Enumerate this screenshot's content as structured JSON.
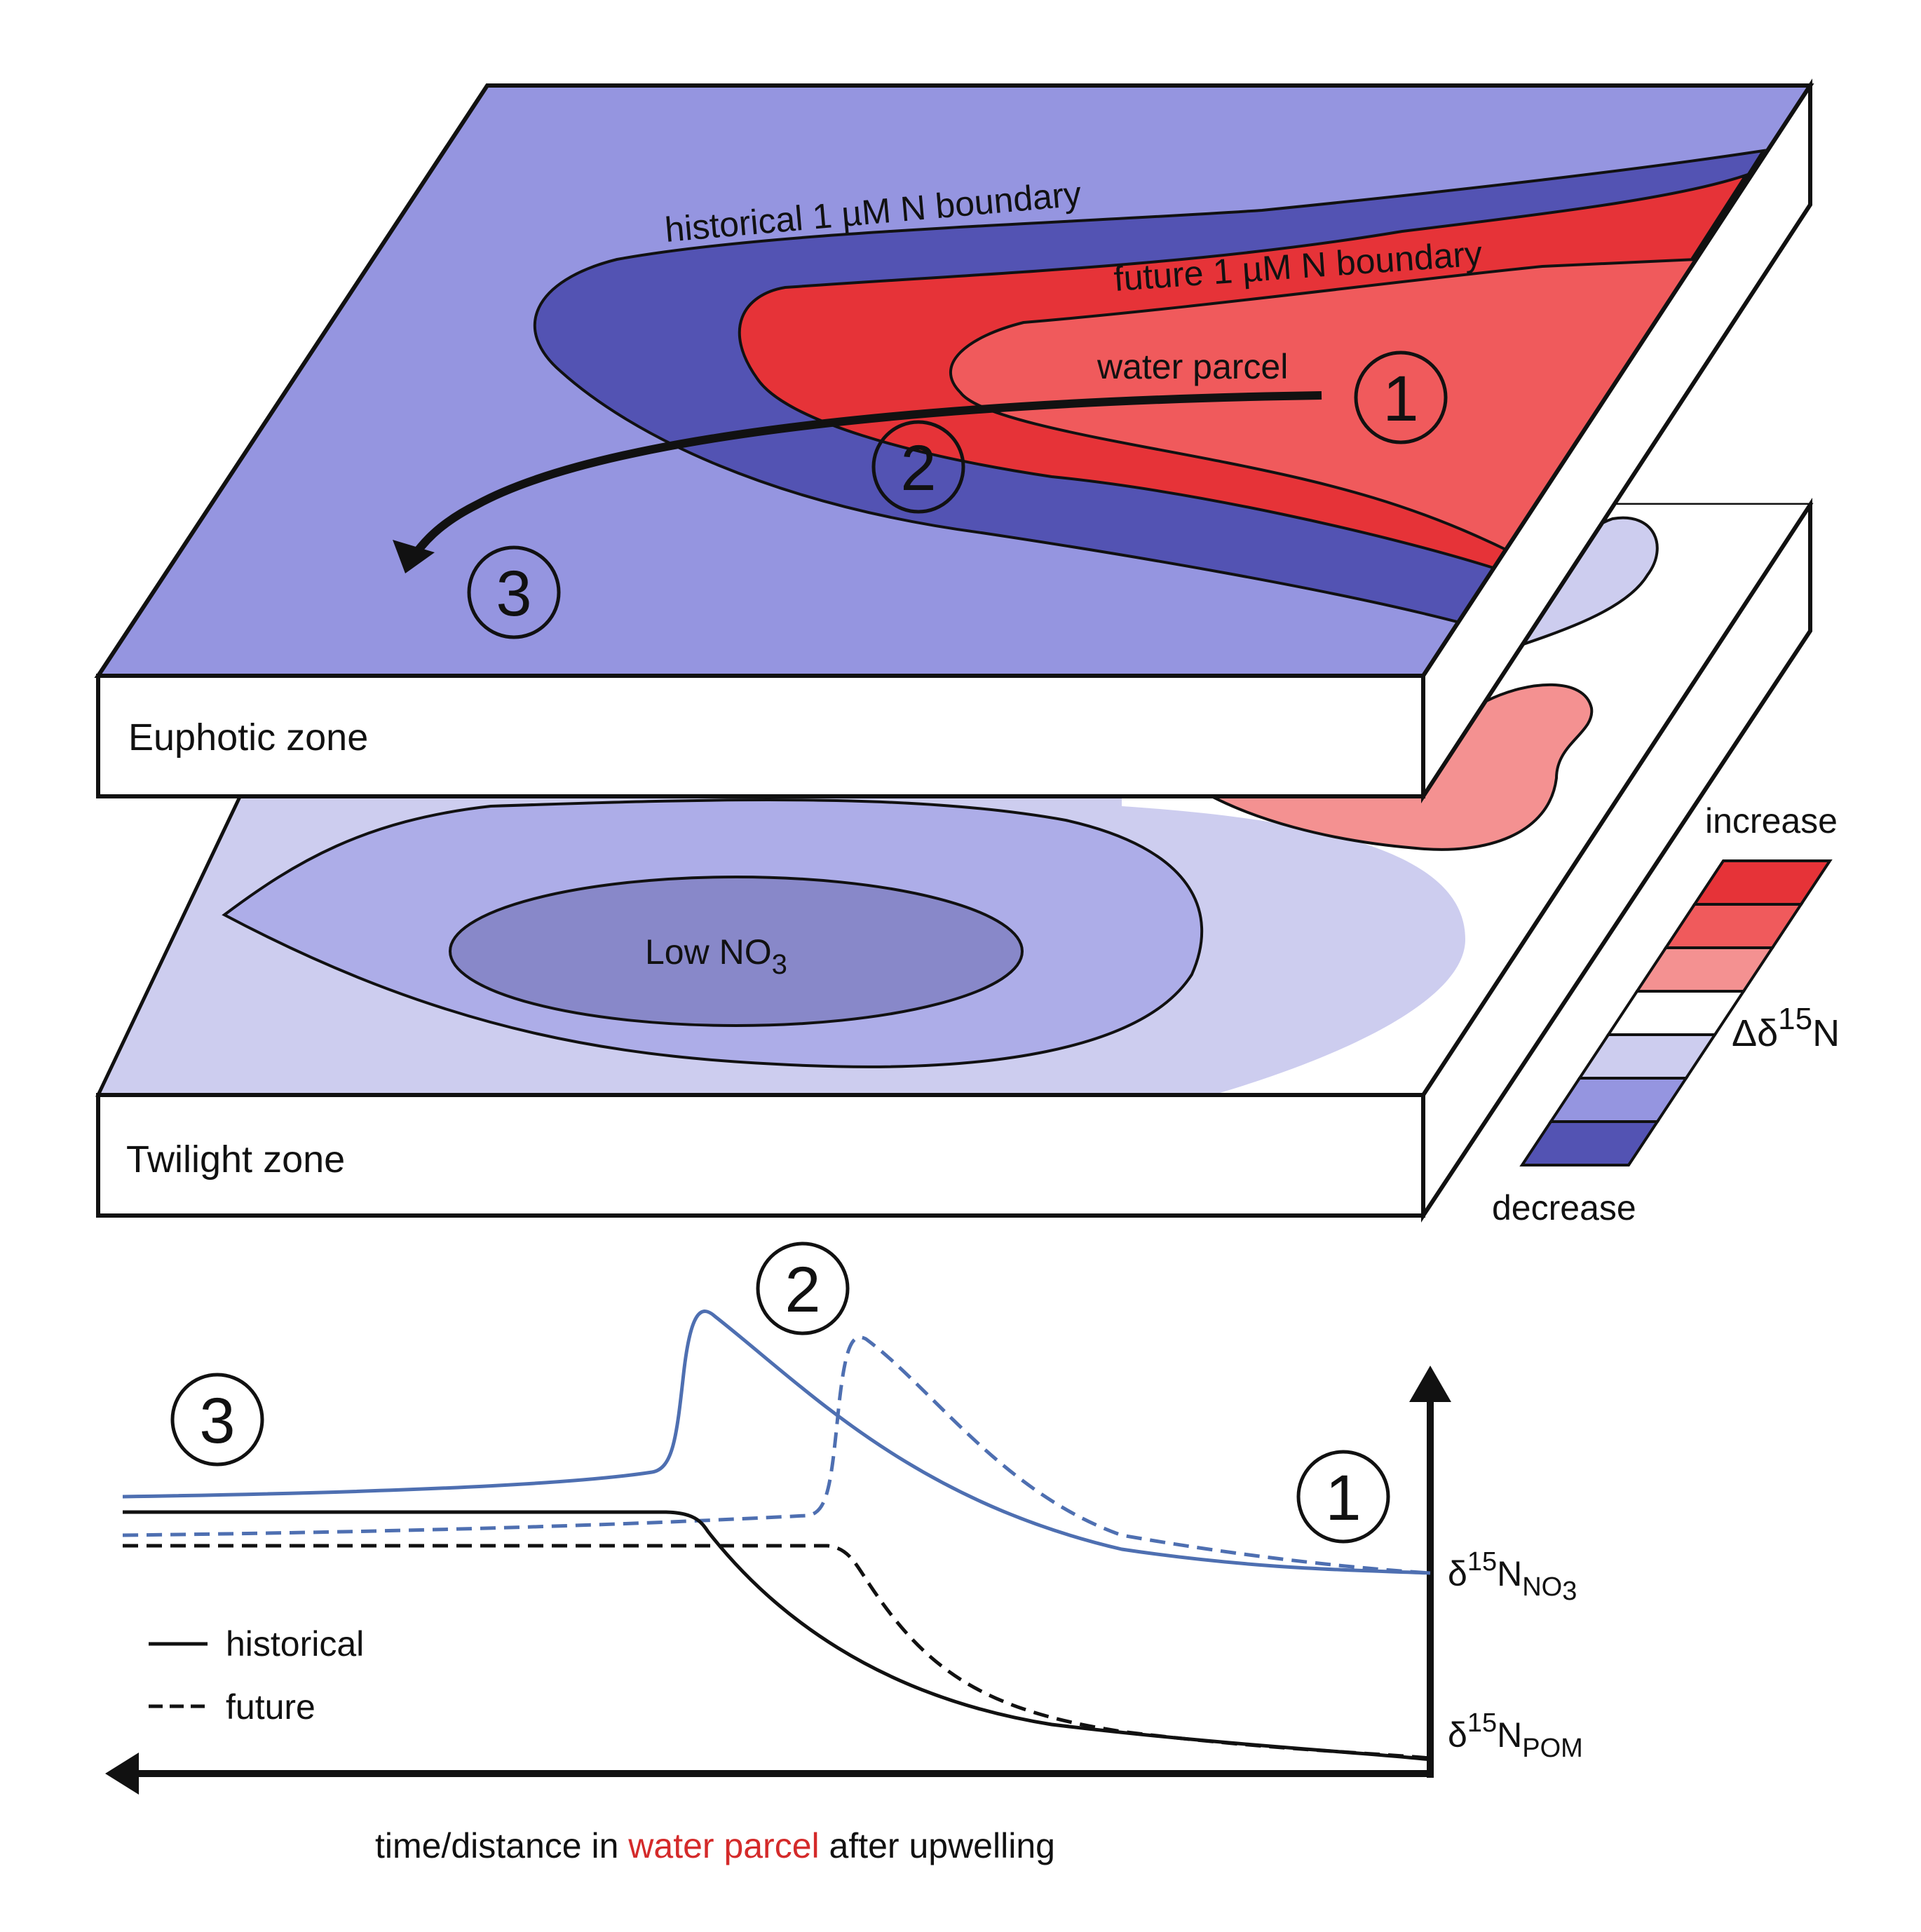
{
  "euphotic": {
    "zone_label": "Euphotic zone",
    "historical_boundary_label": "historical 1 µM N boundary",
    "future_boundary_label": "future 1 µM N boundary",
    "water_parcel_label": "water parcel"
  },
  "twilight": {
    "zone_label": "Twilight zone",
    "low_no3_label": "Low NO",
    "low_no3_sub": "3"
  },
  "legend_scale": {
    "top_label": "increase",
    "bottom_label": "decrease",
    "title_prefix": "Δδ",
    "title_sup": "15",
    "title_suffix": "N",
    "colors": [
      "#e63338",
      "#f05a5c",
      "#f49191",
      "#ffffff",
      "#cdcdef",
      "#9595e0",
      "#5353b3"
    ]
  },
  "markers": {
    "one": "1",
    "two": "2",
    "three": "3"
  },
  "plot": {
    "nitrate_prefix": "δ",
    "nitrate_sup": "15",
    "nitrate_main": "N",
    "nitrate_sub": "NO",
    "nitrate_sub2": "3",
    "pom_prefix": "δ",
    "pom_sup": "15",
    "pom_main": "N",
    "pom_sub": "POM",
    "legend_historical": "historical",
    "legend_future": "future",
    "xlabel_part1": "time/distance in ",
    "xlabel_highlight": "water parcel",
    "xlabel_part2": " after upwelling",
    "nitrate_color": "#4e6fb1",
    "pom_color": "#111111",
    "highlight_color": "#d42a2a"
  }
}
